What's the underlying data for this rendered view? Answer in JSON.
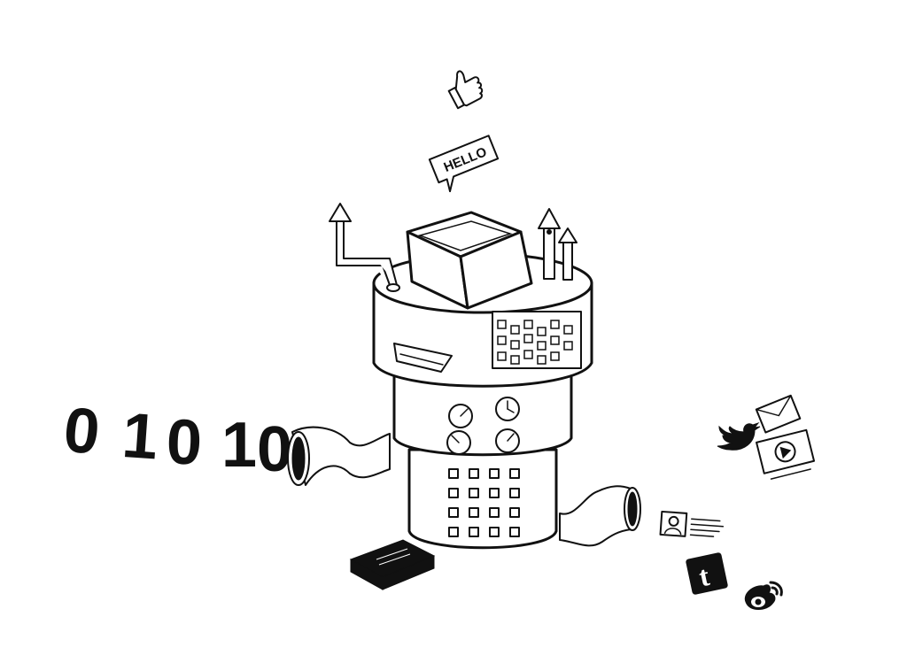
{
  "binary_stream": [
    "0",
    "1",
    "0",
    "1",
    "0"
  ],
  "speech_bubble": {
    "text": "HELLO"
  },
  "icons": {
    "thumbs_up": "thumbs-up-icon",
    "mail": "envelope-icon",
    "twitter": "twitter-bird-icon",
    "video": "video-play-icon",
    "profile_card": "profile-card-icon",
    "tumblr": "tumblr-icon",
    "weibo": "weibo-icon",
    "book": "book-icon"
  },
  "social_labels": {
    "tumblr_letter": "t"
  }
}
